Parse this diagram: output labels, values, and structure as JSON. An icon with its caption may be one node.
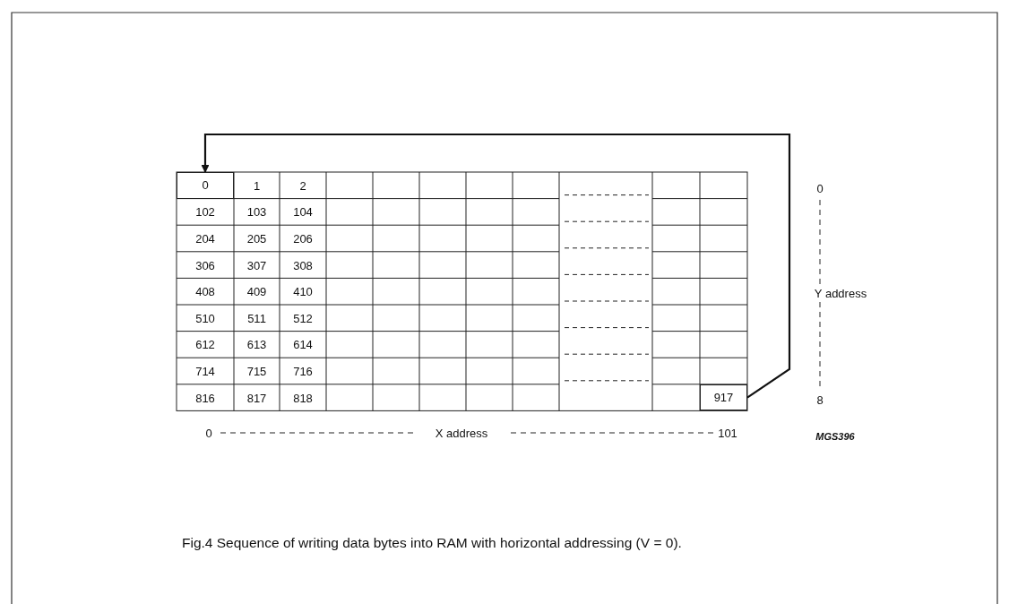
{
  "diagram": {
    "caption": "Fig.4  Sequence of writing data bytes into RAM with horizontal addressing (V = 0).",
    "nodes": [
      {
        "text": [
          "0"
        ]
      },
      {
        "text": [
          "917"
        ]
      }
    ],
    "edges": [
      {
        "from": 1,
        "to": 0,
        "arrow": "to"
      }
    ],
    "labels": [
      "1",
      "2",
      "102",
      "103",
      "104",
      "204",
      "205",
      "206",
      "306",
      "307",
      "308",
      "408",
      "409",
      "410",
      "510",
      "511",
      "512",
      "612",
      "613",
      "614",
      "714",
      "715",
      "716",
      "816",
      "817",
      "818",
      "0",
      "Y address",
      "8",
      "0",
      "X address",
      "101",
      "MGS396"
    ]
  }
}
